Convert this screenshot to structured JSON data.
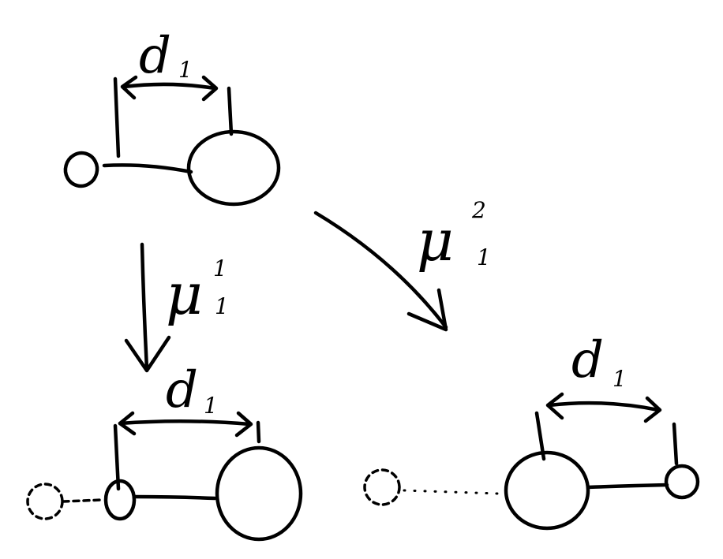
{
  "top_config": {
    "distance_label": "d",
    "distance_subscript": "1"
  },
  "left_config": {
    "distance_label": "d",
    "distance_subscript": "1"
  },
  "right_config": {
    "distance_label": "d",
    "distance_subscript": "1"
  },
  "move_1": {
    "symbol": "μ",
    "superscript": "1",
    "subscript": "1"
  },
  "move_2": {
    "symbol": "μ",
    "superscript": "2",
    "subscript": "1"
  }
}
